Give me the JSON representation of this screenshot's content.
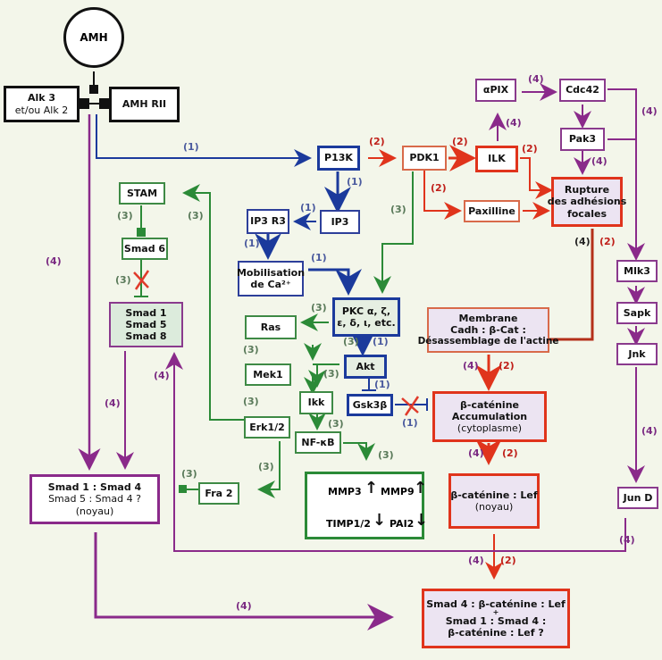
{
  "title": "AMH signaling pathways",
  "colors": {
    "background": "#f3f6ea",
    "pathway_1": "#1b3a9c",
    "pathway_2": "#e0341c",
    "pathway_3": "#2b8a37",
    "pathway_4": "#8a2a8a",
    "receptor": "#111111"
  },
  "nodes": {
    "amh": "AMH",
    "alk_line1": "Alk 3",
    "alk_line2": "et/ou Alk 2",
    "amhrii": "AMH RII",
    "p13k": "P13K",
    "pdk1": "PDK1",
    "ilk": "ILK",
    "apix": "αPIX",
    "cdc42": "Cdc42",
    "pak3": "Pak3",
    "rupture_line1": "Rupture",
    "rupture_line2": "des adhésions",
    "rupture_line3": "focales",
    "paxilline": "Paxilline",
    "stam": "STAM",
    "smad6": "Smad 6",
    "smad158_line1": "Smad 1",
    "smad158_line2": "Smad 5",
    "smad158_line3": "Smad 8",
    "ip3r3": "IP3 R3",
    "ip3": "IP3",
    "mobilisation_line1": "Mobilisation",
    "mobilisation_line2": "de Ca²⁺",
    "pkc_line1": "PKC α, ζ,",
    "pkc_line2": "ε, δ, ι, etc.",
    "ras": "Ras",
    "mek1": "Mek1",
    "erk": "Erk1/2",
    "akt": "Akt",
    "ikk": "Ikk",
    "gsk3b": "Gsk3β",
    "nfkb": "NF-κB",
    "fra2": "Fra 2",
    "mmp3": "MMP3",
    "mmp9": "MMP9",
    "timp": "TIMP1/2",
    "pai2": "PAI2",
    "membrane_line1": "Membrane",
    "membrane_line2": "Cadh : β-Cat :",
    "membrane_line3": "Désassemblage de l'actine",
    "bcat_acc_line1": "β-caténine",
    "bcat_acc_line2": "Accumulation",
    "bcat_acc_line3": "(cytoplasme)",
    "bcat_lef_line1": "β-caténine : Lef",
    "bcat_lef_line2": "(noyau)",
    "mlk3": "Mlk3",
    "sapk": "Sapk",
    "jnk": "Jnk",
    "jund": "Jun D",
    "smad14_line1": "Smad 1 : Smad 4",
    "smad14_line2": "Smad 5 : Smad 4 ?",
    "smad14_line3": "(noyau)",
    "final_line1": "Smad 4 : β-caténine : Lef",
    "final_line2": "+",
    "final_line3": "Smad 1 : Smad 4 :",
    "final_line4": "β-caténine : Lef ?"
  },
  "regulation_arrows": {
    "up": "↑",
    "down": "↓"
  },
  "labels": {
    "p1": "(1)",
    "p2": "(2)",
    "p3": "(3)",
    "p4": "(4)"
  }
}
